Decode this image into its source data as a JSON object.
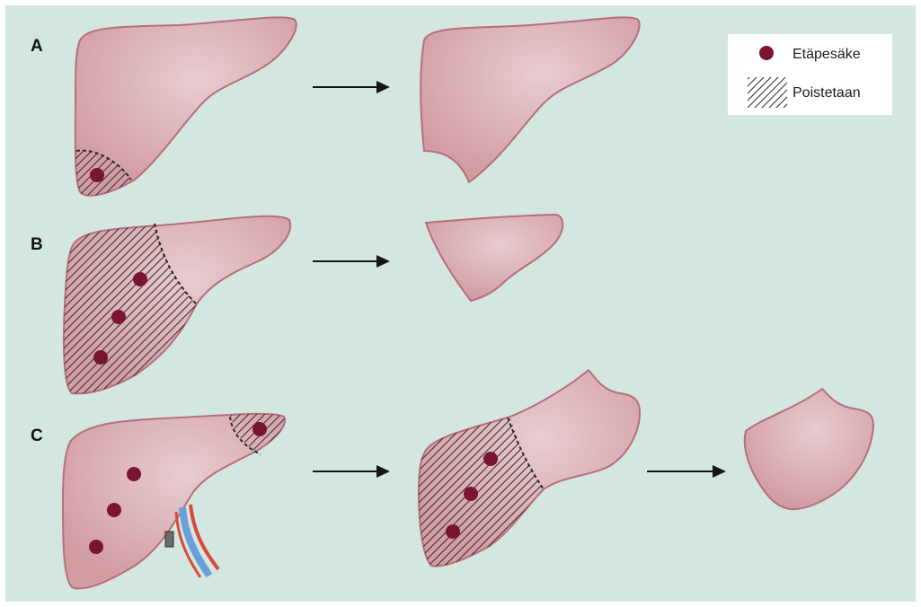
{
  "panels": [
    {
      "label": "A"
    },
    {
      "label": "B"
    },
    {
      "label": "C"
    }
  ],
  "legend": {
    "metastasis_label": "Etäpesäke",
    "resection_label": "Poistetaan"
  },
  "colors": {
    "background": "#d4e6e1",
    "liver_fill": "#d6a3a9",
    "liver_outline": "#b76f79",
    "metastasis": "#7a1531",
    "artery": "#d94a3a",
    "vein": "#6a9fd8"
  }
}
